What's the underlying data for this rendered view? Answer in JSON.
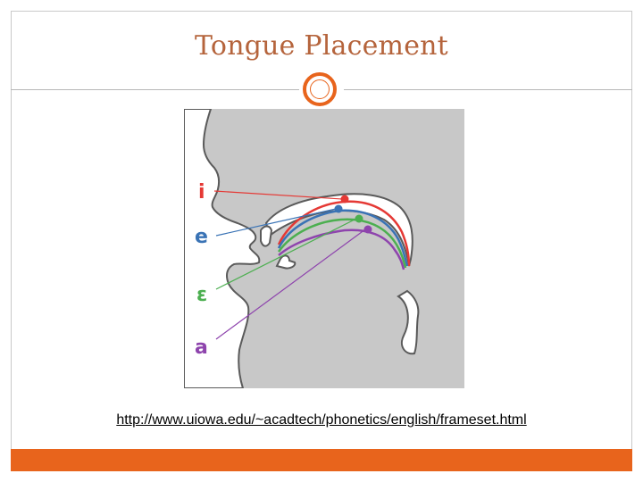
{
  "slide": {
    "title": "Tongue Placement",
    "source_link": "http://www.uiowa.edu/~acadtech/phonetics/english/frameset.html",
    "accent_color": "#e8641c",
    "title_color": "#b5643c"
  },
  "diagram": {
    "vowels": [
      {
        "symbol": "i",
        "color": "#e53935"
      },
      {
        "symbol": "e",
        "color": "#3a73b5"
      },
      {
        "symbol": "ɛ",
        "color": "#4caf50"
      },
      {
        "symbol": "a",
        "color": "#8e44ad"
      }
    ]
  }
}
